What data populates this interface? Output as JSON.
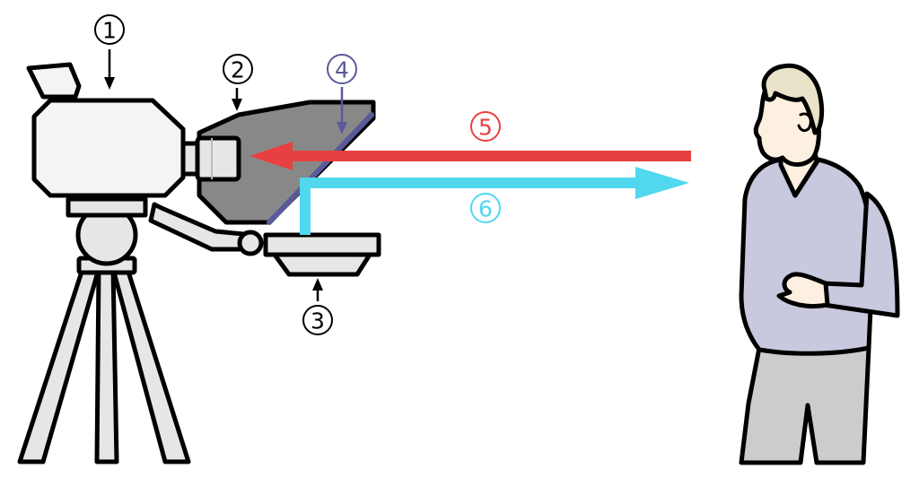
{
  "callouts": {
    "c1": "1",
    "c2": "2",
    "c3": "3",
    "c4": "4",
    "c5": "5",
    "c6": "6"
  },
  "colors": {
    "black": "#000000",
    "mirror": "#5a5a9a",
    "red": "#e84040",
    "cyan": "#50d8ee",
    "hood": "#888888",
    "camera_body": "#f4f4f4",
    "tripod": "#e6e6e6",
    "skin": "#fdf0e0",
    "hair": "#e8e2c8",
    "sweater": "#c8c8de",
    "trousers": "#cccccc"
  }
}
